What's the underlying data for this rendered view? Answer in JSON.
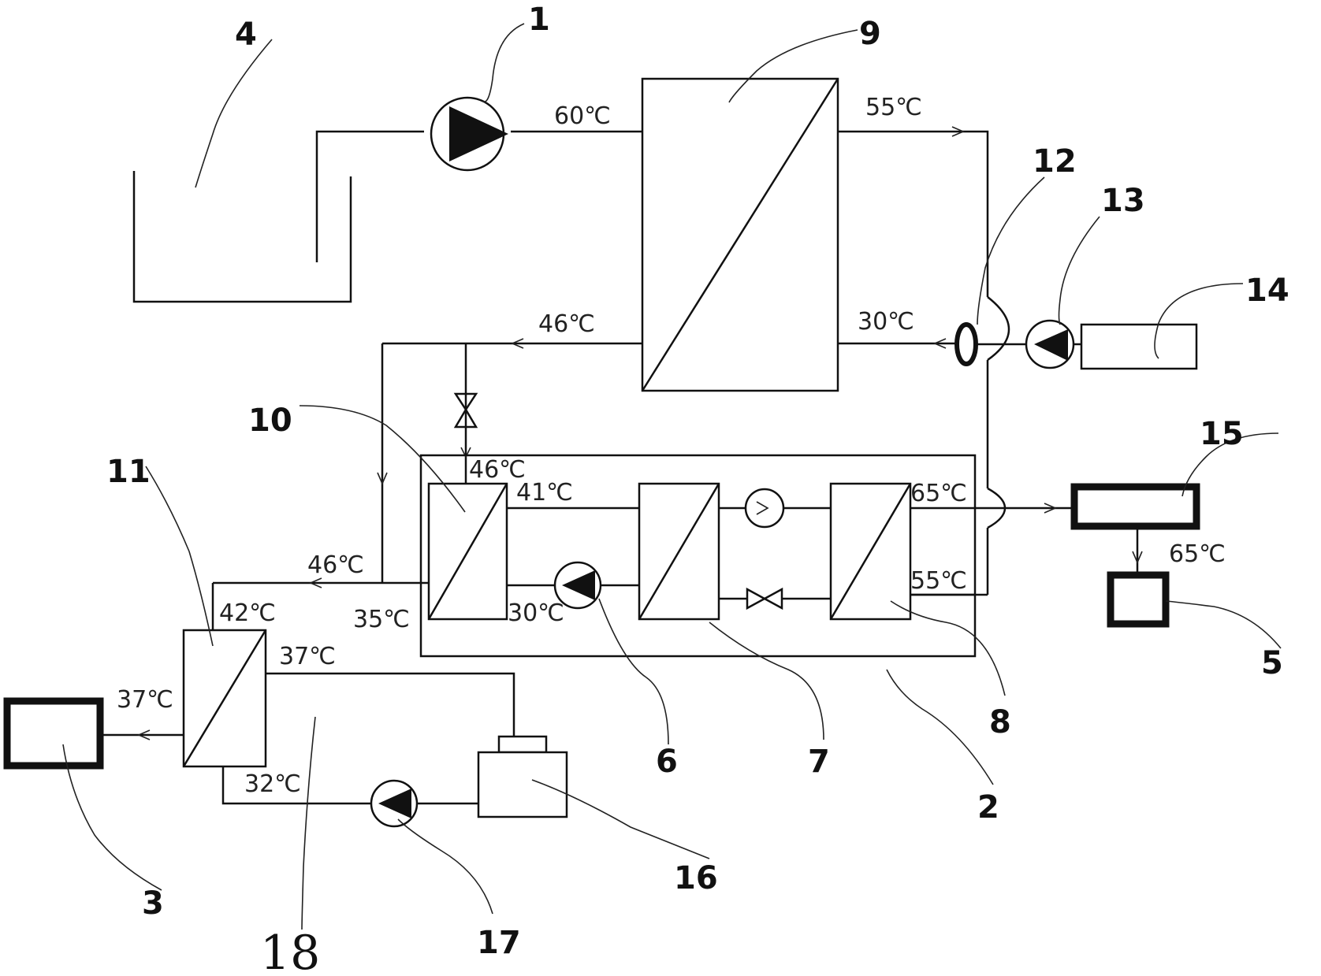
{
  "colors": {
    "line": "#111111",
    "background": "#ffffff"
  },
  "numbers": {
    "n1": "1",
    "n2": "2",
    "n3": "3",
    "n4": "4",
    "n5": "5",
    "n6": "6",
    "n7": "7",
    "n8": "8",
    "n9": "9",
    "n10": "10",
    "n11": "11",
    "n12": "12",
    "n13": "13",
    "n14": "14",
    "n15": "15",
    "n16": "16",
    "n17": "17",
    "n18": "18"
  },
  "temps": {
    "t_pump1_out": "60℃",
    "t_hx9_out_top": "55℃",
    "t_hx9_in_bottom": "30℃",
    "t_hx9_out_bottom": "46℃",
    "t_hx10_in": "46℃",
    "t_hx10_out_top": "41℃",
    "t_hx8_out_top": "65℃",
    "t_hx8_in_bottom": "55℃",
    "t_hx10_in_bottom": "30℃",
    "t_bypass": "46℃",
    "t_hx10_out_left": "35℃",
    "t_hx11_in_top": "42℃",
    "t_hx11_out_right": "37℃",
    "t_hx11_out_left": "37℃",
    "t_hx11_in_bottom": "32℃",
    "t_tank15_out": "65℃"
  }
}
